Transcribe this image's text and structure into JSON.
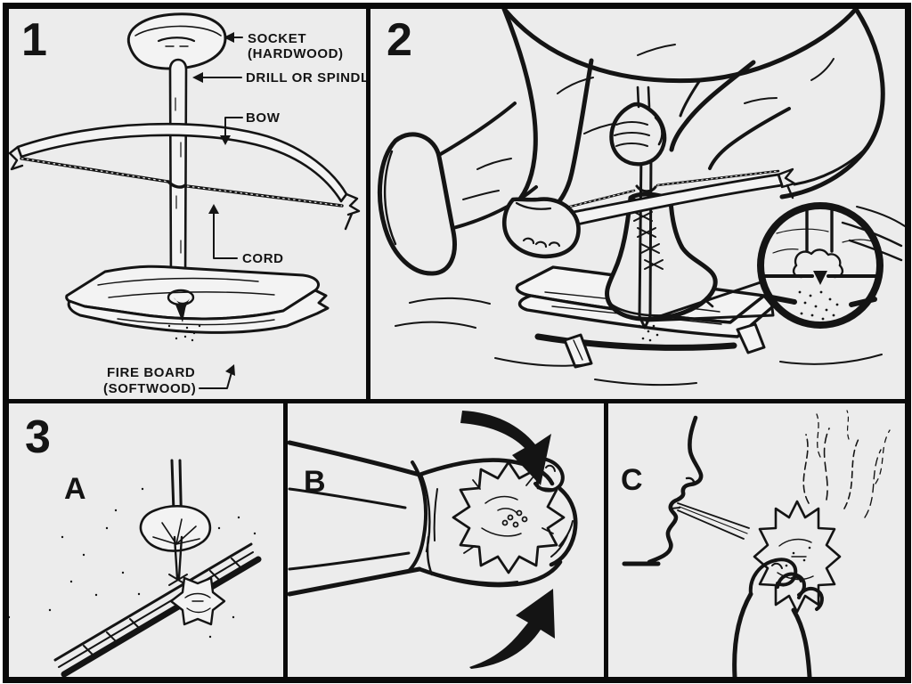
{
  "colors": {
    "background": "#ececec",
    "ink": "#141414",
    "frame": "#0a0a0a"
  },
  "panel1": {
    "number": "1",
    "labels": {
      "socket_line1": "SOCKET",
      "socket_line2": "(HARDWOOD)",
      "drill": "DRILL OR SPINDLE",
      "bow": "BOW",
      "cord": "CORD",
      "fireboard_line1": "FIRE BOARD",
      "fireboard_line2": "(SOFTWOOD)"
    }
  },
  "panel2": {
    "number": "2"
  },
  "panel3": {
    "number": "3",
    "subpanels": [
      {
        "label": "A"
      },
      {
        "label": "B"
      },
      {
        "label": "C"
      }
    ]
  }
}
